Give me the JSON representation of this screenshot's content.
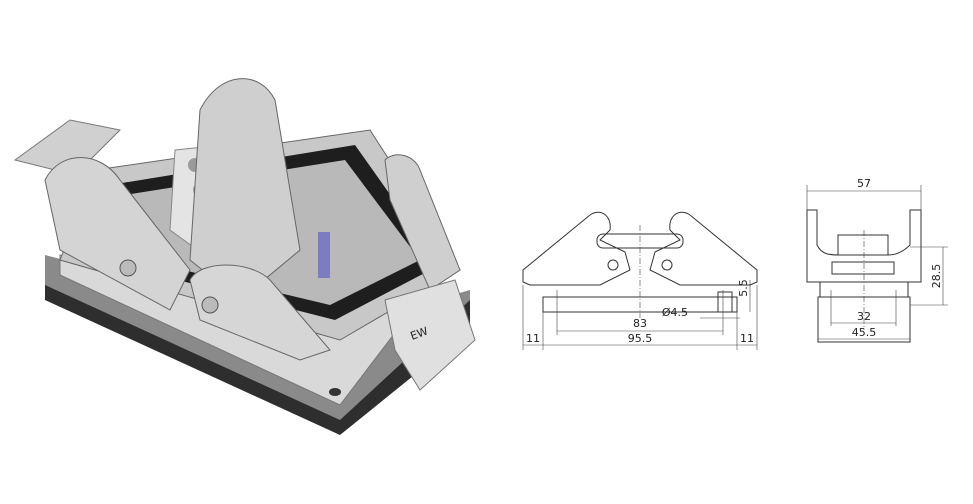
{
  "product": {
    "view_3d": "housing-render",
    "logo_text": "EW"
  },
  "side_view": {
    "dims": {
      "hole_spacing": "83",
      "base_length": "95.5",
      "overhang_left": "11",
      "overhang_right": "11",
      "base_height": "5.5",
      "hole_diameter": "Ø4.5"
    }
  },
  "end_view": {
    "dims": {
      "width_top": "57",
      "height": "28.5",
      "hole_spacing": "32",
      "base_width": "45.5"
    }
  }
}
